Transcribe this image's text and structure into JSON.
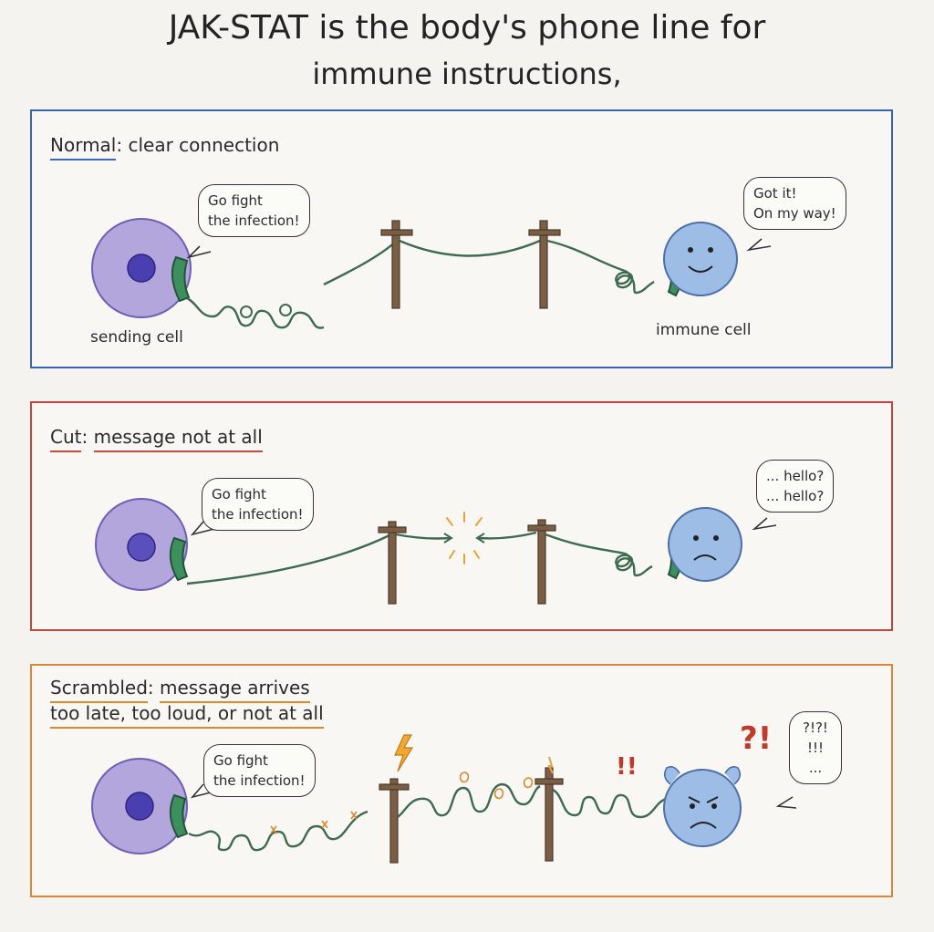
{
  "title": {
    "line1": "JAK-STAT is the body's phone line for",
    "line2": "immune instructions,"
  },
  "panels": {
    "normal": {
      "heading": "Normal",
      "caption": "clear connection",
      "sender_message": [
        "Go fight",
        "the infection!"
      ],
      "receiver_message": [
        "Got it!",
        "On my way!"
      ],
      "sender_label": "sending cell",
      "receiver_label": "immune cell",
      "border_color": "#3b63b4"
    },
    "cut": {
      "heading": "Cut",
      "caption": "message not at all",
      "sender_message": [
        "Go fight",
        "the infection!"
      ],
      "receiver_message": [
        "... hello?",
        "... hello?"
      ],
      "border_color": "#c0463e"
    },
    "scrambled": {
      "heading": "Scrambled",
      "caption_line1": "message arrives",
      "caption_line2": "too late, too loud, or not at all",
      "sender_message": [
        "Go fight",
        "the infection!"
      ],
      "receiver_message": [
        "?!?!",
        "!!!",
        "..."
      ],
      "alarm_marks": [
        "!!",
        "?!"
      ],
      "border_color": "#d6893a"
    }
  },
  "colors": {
    "sender_cell": "#a89bd6",
    "sender_nucleus": "#4a3fb0",
    "immune_cell": "#8fb2e0",
    "wire": "#3e6b4f",
    "pole": "#6b5440",
    "spark": "#e8a23a"
  },
  "icons": [
    "phone-handset-icon",
    "telephone-pole-icon",
    "lightning-bolt-icon",
    "spark-icon"
  ]
}
